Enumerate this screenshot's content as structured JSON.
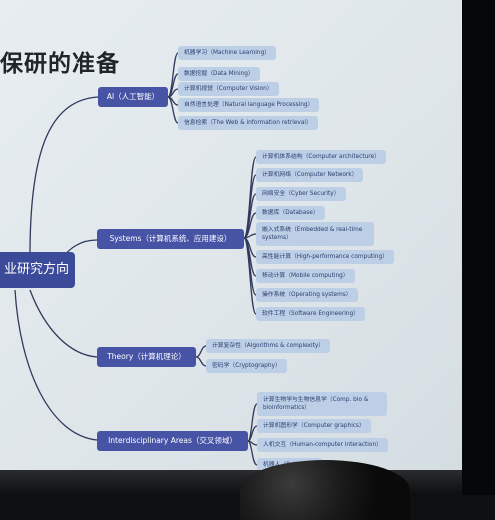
{
  "title": "保研的准备",
  "root": {
    "label": "业研究方向"
  },
  "branches": {
    "ai": {
      "label": "AI（人工智能）",
      "leaves": [
        "机器学习（Machine Learning）",
        "数据挖掘（Data Mining）",
        "计算机视觉（Computer Vision）",
        "自然语言处理（Natural language Processing）",
        "信息检索（The Web & information retrieval）"
      ]
    },
    "systems": {
      "label": "Systems（计算机系统、应用建设）",
      "leaves": [
        "计算机体系结构（Computer architecture）",
        "计算机网络（Computer Network）",
        "网络安全（Cyber Security）",
        "数据库（Database）",
        "嵌入式系统（Embedded & real-time systems）",
        "高性能计算（High-performance computing）",
        "移动计算（Mobile computing）",
        "操作系统（Operating systems）",
        "软件工程（Software Engineering）"
      ]
    },
    "theory": {
      "label": "Theory（计算机理论）",
      "leaves": [
        "计算复杂性（Algorithms & complexity）",
        "密码学（Cryptography）"
      ]
    },
    "interdisciplinary": {
      "label": "Interdisciplinary Areas（交叉领域）",
      "leaves": [
        "计算生物学与生物信息学（Comp. bio & bioinformatics）",
        "计算机图形学（Computer graphics）",
        "人机交互（Human-computer interaction）",
        "机器人（Robotics）"
      ]
    }
  }
}
